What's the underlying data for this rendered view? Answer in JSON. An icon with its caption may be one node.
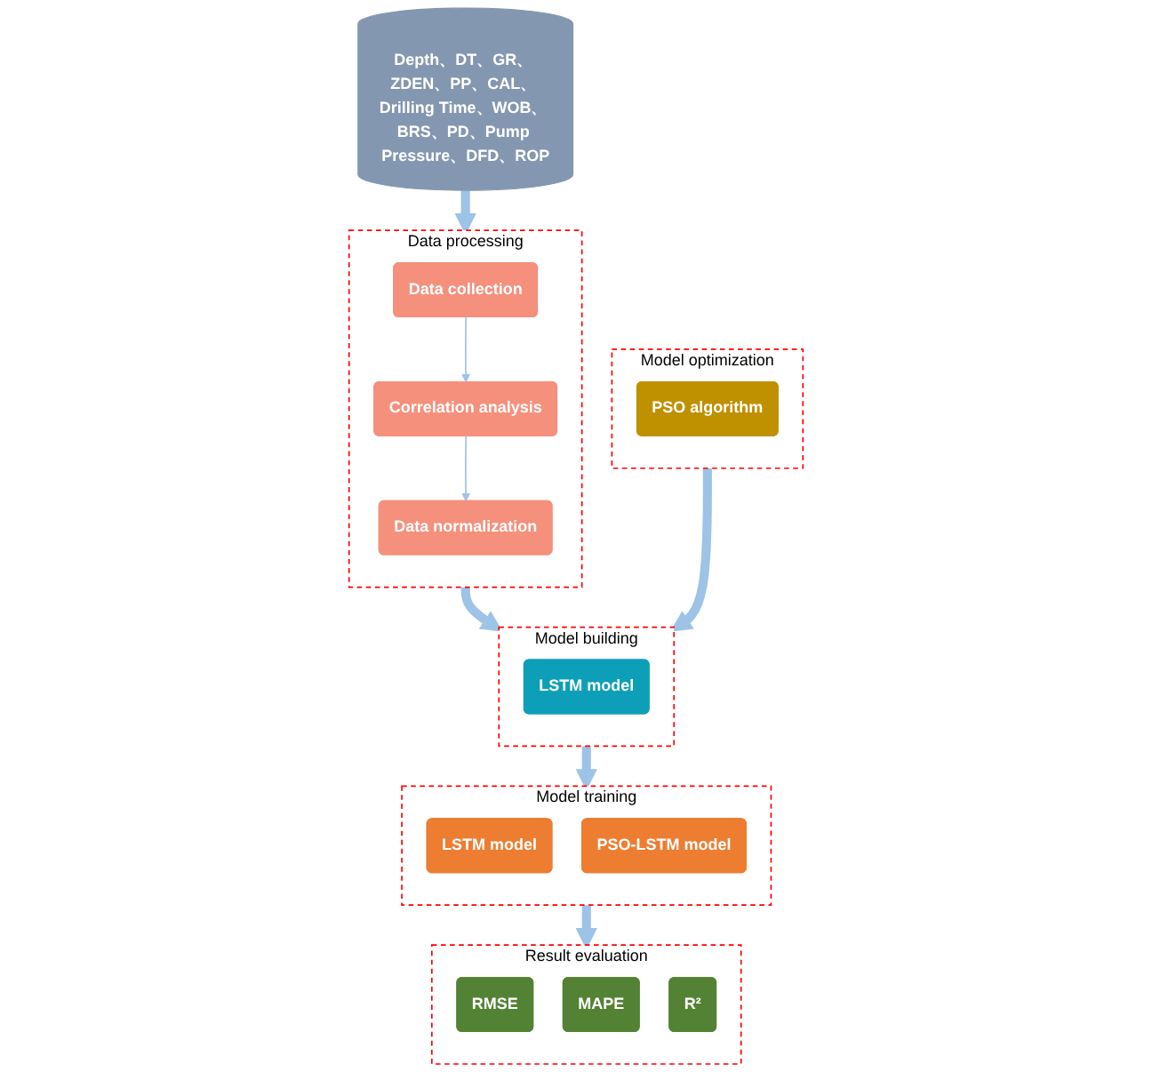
{
  "diagram": {
    "nodes": [
      {
        "text": [
          "Depth、DT、GR、 ZDEN、PP、CAL、 Drilling Time、WOB、 BRS、PD、Pump Pressure、DFD、ROP"
        ]
      },
      {
        "text": [
          "Data processing"
        ]
      },
      {
        "text": [
          "Data collection"
        ],
        "in": 1
      },
      {
        "text": [
          "Correlation analysis"
        ],
        "in": 1
      },
      {
        "text": [
          "Data normalization"
        ],
        "in": 1
      },
      {
        "text": [
          "Model optimization"
        ]
      },
      {
        "text": [
          "PSO algorithm"
        ],
        "in": 5
      },
      {
        "text": [
          "Model building"
        ]
      },
      {
        "text": [
          "LSTM model"
        ],
        "in": 7
      },
      {
        "text": [
          "Model training"
        ]
      },
      {
        "text": [
          "LSTM model"
        ],
        "in": 9
      },
      {
        "text": [
          "PSO-LSTM model"
        ],
        "in": 9
      },
      {
        "text": [
          "Result evaluation"
        ]
      },
      {
        "text": [
          "RMSE"
        ],
        "in": 12
      },
      {
        "text": [
          "MAPE"
        ],
        "in": 12
      },
      {
        "text": [
          "R²"
        ],
        "in": 12
      }
    ],
    "edges": [
      {
        "from": 0,
        "to": 1,
        "arrow": "to"
      },
      {
        "from": 2,
        "to": 3,
        "arrow": "to"
      },
      {
        "from": 3,
        "to": 4,
        "arrow": "to"
      },
      {
        "from": 1,
        "to": 7,
        "arrow": "to"
      },
      {
        "from": 5,
        "to": 7,
        "arrow": "to"
      },
      {
        "from": 7,
        "to": 9,
        "arrow": "to"
      },
      {
        "from": 9,
        "to": 12,
        "arrow": "to"
      }
    ]
  }
}
